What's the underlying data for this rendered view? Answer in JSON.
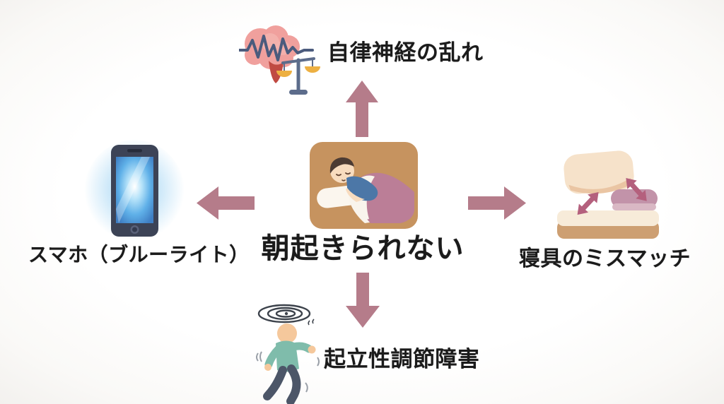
{
  "colors": {
    "arrow": "#b57c8a",
    "text": "#1b1b1b",
    "background": "#fcfcfb",
    "blanket_pink": "#bb7e97",
    "bed_tan": "#c6935f",
    "phone_glow_blue": "#7cc3ef",
    "brain_pink": "#f0a09d",
    "teal_shirt": "#7fbcab"
  },
  "center": {
    "label": "朝起きられない",
    "icon": "sleeping-in-bed-icon"
  },
  "causes": {
    "top": {
      "label": "自律神経の乱れ",
      "icon": "brain-waveform-balance-icon",
      "direction": "up"
    },
    "left": {
      "label": "スマホ（ブルーライト）",
      "icon": "smartphone-blue-light-icon",
      "direction": "left"
    },
    "right": {
      "label": "寝具のミスマッチ",
      "icon": "bedding-mismatch-icon",
      "direction": "right"
    },
    "bottom": {
      "label": "起立性調節障害",
      "icon": "dizzy-person-icon",
      "direction": "down"
    }
  }
}
